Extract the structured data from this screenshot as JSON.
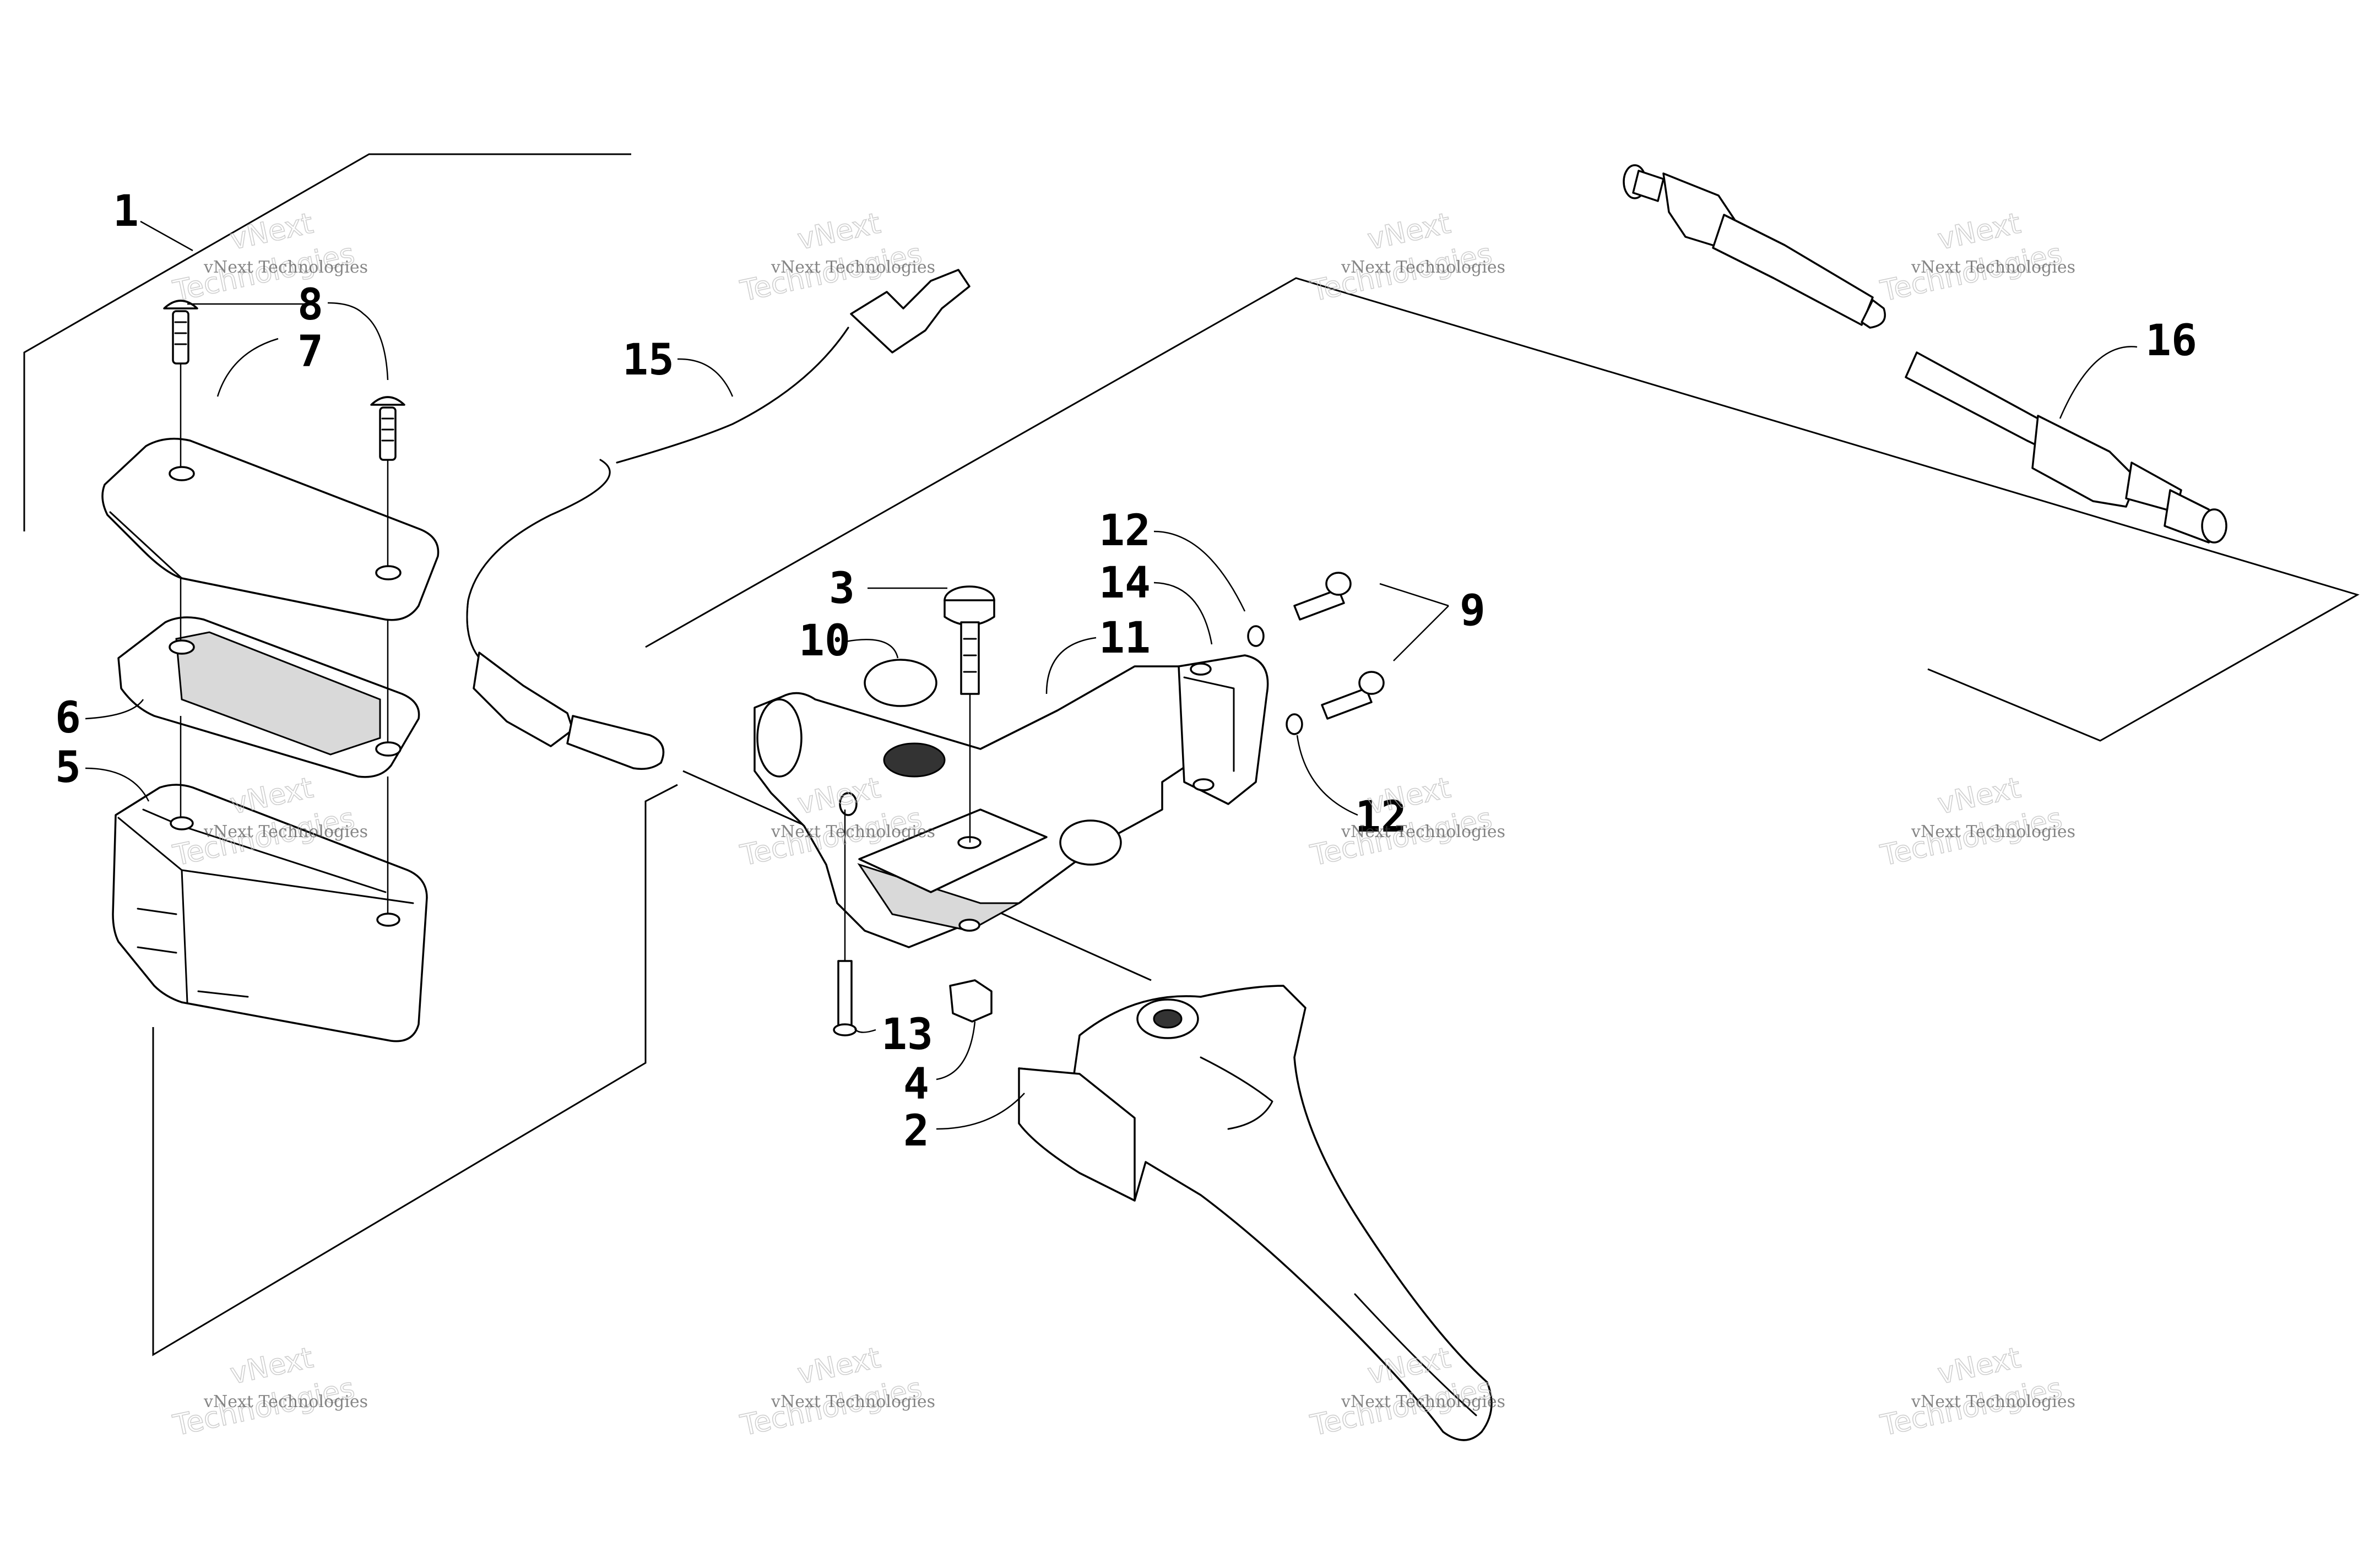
{
  "callouts": [
    "1",
    "2",
    "3",
    "4",
    "5",
    "6",
    "7",
    "8",
    "9",
    "10",
    "11",
    "12",
    "12",
    "13",
    "14",
    "15",
    "16"
  ],
  "watermark": {
    "line1": "vNext Technologies",
    "big1": "vNext",
    "big2": "Technologies"
  },
  "colors": {
    "ink": "#000000",
    "background": "#ffffff",
    "watermark": "#bbbbbb"
  }
}
